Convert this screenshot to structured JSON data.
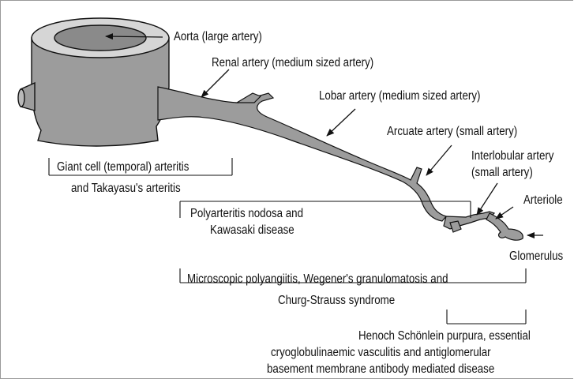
{
  "labels": {
    "aorta": "Aorta (large artery)",
    "renal": "Renal artery (medium sized artery)",
    "lobar": "Lobar artery (medium sized artery)",
    "arcuate": "Arcuate artery (small artery)",
    "interlobular_1": "Interlobular artery",
    "interlobular_2": "(small artery)",
    "arteriole": "Arteriole",
    "glomerulus": "Glomerulus"
  },
  "diseases": {
    "giant_cell_1": "Giant cell (temporal) arteritis",
    "giant_cell_2": "and Takayasu's arteritis",
    "pan_1": "Polyarteritis nodosa and",
    "pan_2": "Kawasaki disease",
    "mpa_1": "Microscopic polyangiitis, Wegener's granulomatosis and",
    "mpa_2": "Churg-Strauss syndrome",
    "hsp_1": "Henoch Schönlein purpura, essential",
    "hsp_2": "cryoglobulinaemic vasculitis and antiglomerular",
    "hsp_3": "basement membrane antibody mediated disease"
  },
  "colors": {
    "vessel_fill": "#9c9c9c",
    "vessel_dark": "#7f7f7f",
    "lumen": "#8a8a8a",
    "top_face": "#d6d6d6",
    "stroke": "#111111"
  }
}
